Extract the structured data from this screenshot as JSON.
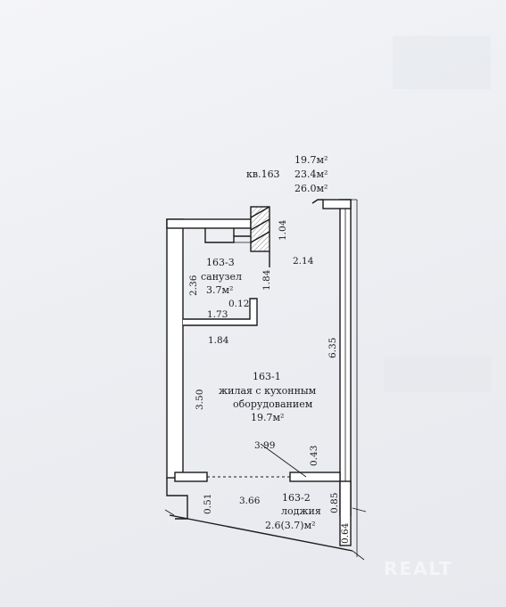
{
  "header": {
    "apartment": "кв.163",
    "areas": [
      "19.7м²",
      "23.4м²",
      "26.0м²"
    ]
  },
  "rooms": {
    "bathroom": {
      "id": "163-3",
      "name": "санузел",
      "area": "3.7м²"
    },
    "living": {
      "id": "163-1",
      "name_line1": "жилая с кухонным",
      "name_line2": "оборудованием",
      "area": "19.7м²"
    },
    "loggia": {
      "id": "163-2",
      "name": "лоджия",
      "area": "2.6(3.7)м²"
    }
  },
  "dimensions": {
    "d104": "1.04",
    "d214": "2.14",
    "d236": "2.36",
    "d184a": "1.84",
    "d012": "0.12",
    "d173": "1.73",
    "d184b": "1.84",
    "d635": "6.35",
    "d350": "3.50",
    "d399": "3.99",
    "d043": "0.43",
    "d051": "0.51",
    "d366": "3.66",
    "d085": "0.85",
    "d064": "0.64"
  },
  "watermark": "REALT"
}
